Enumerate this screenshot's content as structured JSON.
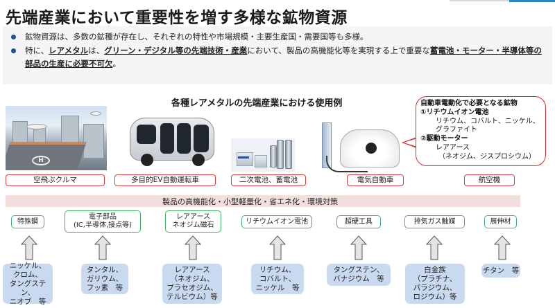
{
  "title": "先端産業において重要性を増す多様な鉱物資源",
  "summary": {
    "bullets": [
      {
        "parts": [
          {
            "text": "鉱物資源は、多数の鉱種が存在し、それぞれの特性や市場規模・主要生産国・需要国等も多様。",
            "bold": false
          }
        ]
      },
      {
        "parts": [
          {
            "text": "特に、",
            "bold": false
          },
          {
            "text": "レアメタル",
            "bold": true
          },
          {
            "text": "は、",
            "bold": false
          },
          {
            "text": "グリーン・デジタル等の先端技術・産業",
            "bold": true
          },
          {
            "text": "において、製品の高機能化等を実現する上で重要な",
            "bold": false
          },
          {
            "text": "蓄電池・モーター・半導体等の部品の生産に必要不可欠",
            "bold": true
          },
          {
            "text": "。",
            "bold": false
          }
        ]
      }
    ]
  },
  "uses_title": "各種レアメタルの先端産業における使用例",
  "images": [
    {
      "name": "flying-car-image",
      "desc": "空飛ぶクルマ"
    },
    {
      "name": "ev-bus-image",
      "desc": "多目的EV自動運転車"
    },
    {
      "name": "battery-image",
      "desc": "二次電池、蓄電池"
    },
    {
      "name": "electric-car-image",
      "desc": "電気自動車"
    }
  ],
  "callout": {
    "heading": "自動車電動化で必要となる鉱物",
    "item1_title": "①リチウムイオン電池",
    "item1_line1": "リチウム、コバルト、ニッケル、",
    "item1_line2": "グラファイト",
    "item2_title": "②駆動モーター",
    "item2_line1": "レアアース",
    "item2_line2": "（ネオジム、ジスプロシウム）"
  },
  "applications": [
    "空飛ぶクルマ",
    "多目的EV自動運転車",
    "二次電池、蓄電池",
    "電気自動車",
    "航空機"
  ],
  "band": "製品の高機能化・小型軽量化・省エネ化・環境対策",
  "components": [
    {
      "line1": "特殊鋼",
      "line2": ""
    },
    {
      "line1": "電子部品",
      "line2": "(IC,半導体,接点等)"
    },
    {
      "line1": "レアアース",
      "line2": "ネオジム磁石"
    },
    {
      "line1": "リチウムイオン電池",
      "line2": ""
    },
    {
      "line1": "超硬工具",
      "line2": ""
    },
    {
      "line1": "排気ガス触媒",
      "line2": ""
    },
    {
      "line1": "展伸材",
      "line2": ""
    }
  ],
  "minerals": [
    [
      "ニッケル、",
      "クロム、",
      "タングステン、",
      "ニオブ　等"
    ],
    [
      "タンタル、",
      "ガリウム、",
      "フッ素　等"
    ],
    [
      "レアアース",
      "（ネオジム、",
      "プラセオジム、",
      "テルビウム）等"
    ],
    [
      "リチウム、",
      "コバルト、",
      "ニッケル　等"
    ],
    [
      "タングステン、",
      "バナジウム　等"
    ],
    [
      "白金族",
      "（プラチナ、",
      "パラジウム、",
      "ロジウム）等"
    ],
    [
      "チタン　等"
    ]
  ],
  "colors": {
    "callout_border": "#d62a2a",
    "app_label_border": "#d63a3a",
    "component_border": "#3db36b",
    "mineral_fill": "#c9daf0",
    "band_fill": "#f3dede",
    "bullet_dot": "#1f4e8c"
  }
}
